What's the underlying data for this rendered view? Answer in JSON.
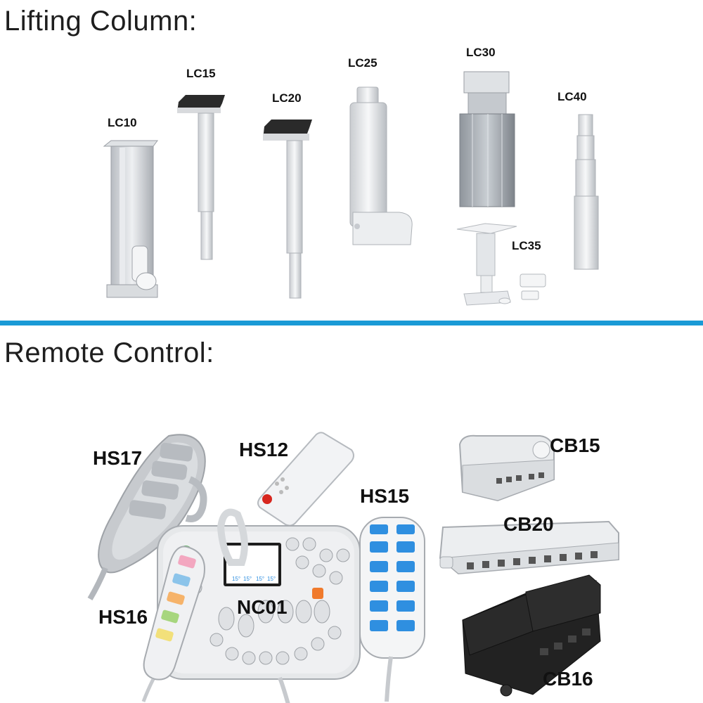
{
  "sections": {
    "lifting_title": "Lifting Column:",
    "remote_title": "Remote Control:"
  },
  "lifting_columns": [
    {
      "id": "lc10",
      "label": "LC10"
    },
    {
      "id": "lc15",
      "label": "LC15"
    },
    {
      "id": "lc20",
      "label": "LC20"
    },
    {
      "id": "lc25",
      "label": "LC25"
    },
    {
      "id": "lc30",
      "label": "LC30"
    },
    {
      "id": "lc35",
      "label": "LC35"
    },
    {
      "id": "lc40",
      "label": "LC40"
    }
  ],
  "remote_controls": [
    {
      "id": "hs17",
      "label": "HS17"
    },
    {
      "id": "hs12",
      "label": "HS12"
    },
    {
      "id": "hs15",
      "label": "HS15"
    },
    {
      "id": "hs16",
      "label": "HS16"
    },
    {
      "id": "nc01",
      "label": "NC01"
    },
    {
      "id": "cb15",
      "label": "CB15"
    },
    {
      "id": "cb20",
      "label": "CB20"
    },
    {
      "id": "cb16",
      "label": "CB16"
    }
  ],
  "nc01_screen_angles": [
    "15°",
    "15°",
    "15°",
    "15°"
  ],
  "colors": {
    "divider": "#1a9ad6",
    "accent_blue": "#2f8fe0",
    "metal": "#c9ccd0",
    "dark_box": "#222222"
  }
}
